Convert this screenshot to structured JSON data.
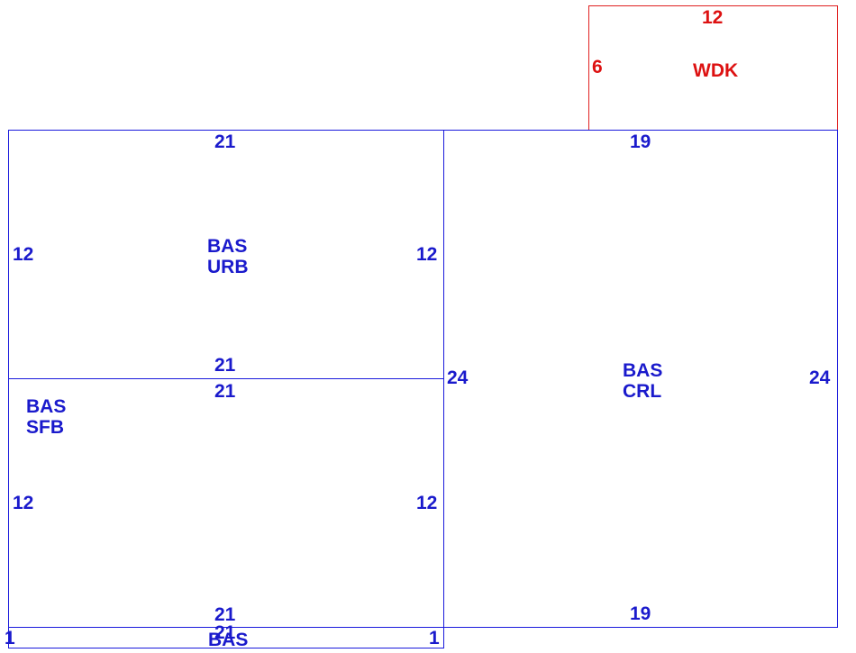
{
  "areas": {
    "wdk": {
      "name": "WDK",
      "top": "12",
      "left": "6"
    },
    "urb": {
      "name1": "BAS",
      "name2": "URB",
      "top": "21",
      "bottom": "21",
      "left": "12",
      "right": "12"
    },
    "sfb": {
      "name1": "BAS",
      "name2": "SFB",
      "top": "21",
      "bottom": "21",
      "left": "12",
      "right": "12"
    },
    "crl": {
      "name1": "BAS",
      "name2": "CRL",
      "top": "19",
      "bottom": "19",
      "left": "24",
      "right": "24"
    },
    "strip": {
      "name": "BAS",
      "top": "21",
      "left": "1",
      "right": "1"
    }
  },
  "colors": {
    "base": "#1a1adc",
    "deck": "#e02020"
  }
}
